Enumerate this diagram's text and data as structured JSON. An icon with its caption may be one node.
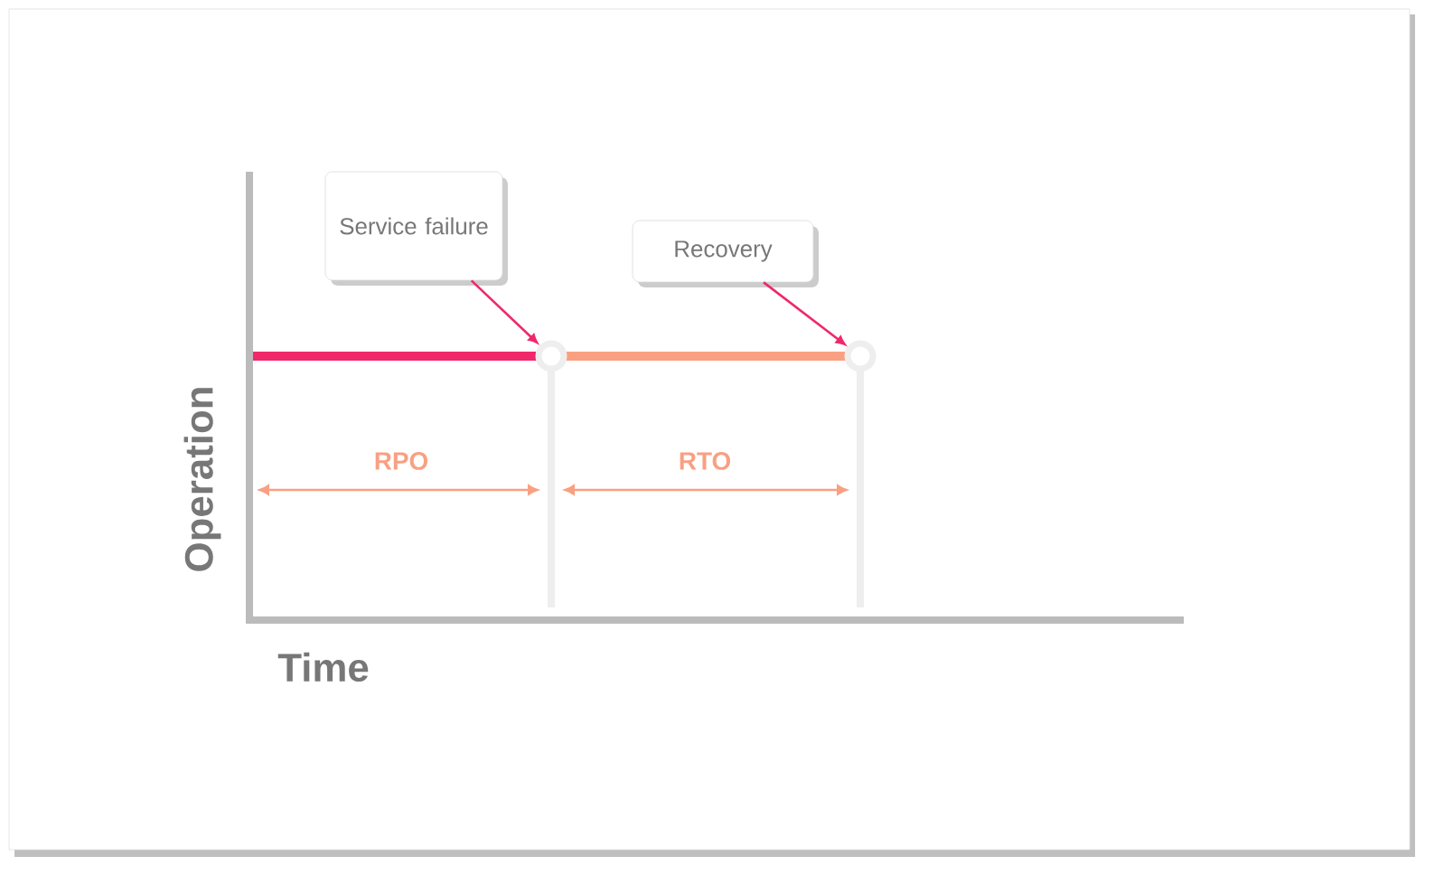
{
  "diagram": {
    "nodes": [
      {
        "text": [
          "Service failure"
        ]
      },
      {
        "text": [
          "Recovery"
        ]
      },
      {
        "text": [],
        "shape": "circle"
      },
      {
        "text": [],
        "shape": "circle"
      }
    ],
    "edges": [
      {
        "from": 0,
        "to": 2,
        "arrow": "to"
      },
      {
        "from": 1,
        "to": 3,
        "arrow": "to"
      }
    ],
    "labels": [
      "RPO",
      "RTO",
      "Operation",
      "Time"
    ]
  }
}
